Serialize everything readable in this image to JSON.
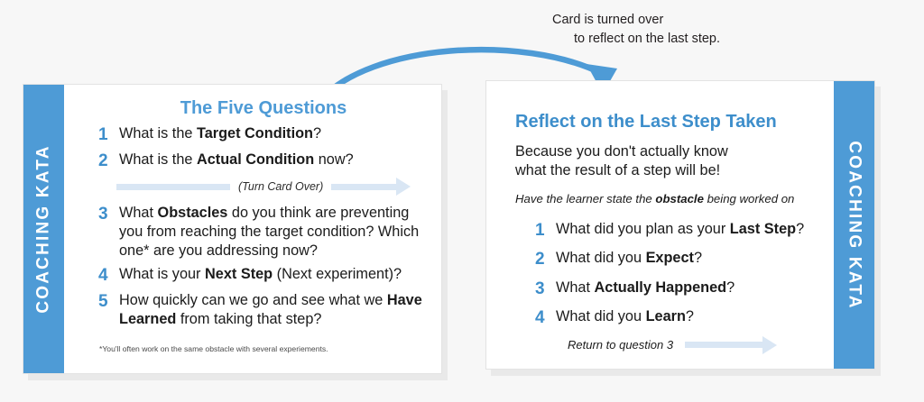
{
  "colors": {
    "brand_blue": "#4e9bd6",
    "number_blue": "#3d8ecb",
    "arrow_light_blue": "#d9e6f4",
    "card_white": "#ffffff",
    "background": "#f7f7f7"
  },
  "caption": {
    "line1": "Card is turned over",
    "line2": "to reflect on the last step."
  },
  "left_card": {
    "spine_label": "COACHING KATA",
    "title": "The Five Questions",
    "questions": [
      {
        "num": "1",
        "parts": [
          {
            "t": "What is the ",
            "b": false
          },
          {
            "t": "Target Condition",
            "b": true
          },
          {
            "t": "?",
            "b": false
          }
        ]
      },
      {
        "num": "2",
        "parts": [
          {
            "t": "What is the ",
            "b": false
          },
          {
            "t": "Actual Condition",
            "b": true
          },
          {
            "t": " now?",
            "b": false
          }
        ]
      },
      {
        "num": "3",
        "parts": [
          {
            "t": "What ",
            "b": false
          },
          {
            "t": "Obstacles",
            "b": true
          },
          {
            "t": " do you think are preventing you from reaching the target condition? Which one* are you addressing now?",
            "b": false
          }
        ]
      },
      {
        "num": "4",
        "parts": [
          {
            "t": "What is your ",
            "b": false
          },
          {
            "t": "Next Step",
            "b": true
          },
          {
            "t": " (Next experiment)?",
            "b": false
          }
        ]
      },
      {
        "num": "5",
        "parts": [
          {
            "t": "How quickly can we go and see what we ",
            "b": false
          },
          {
            "t": "Have Learned",
            "b": true
          },
          {
            "t": " from taking that step?",
            "b": false
          }
        ]
      }
    ],
    "turn_card_label": "(Turn Card Over)",
    "footnote": "*You'll often work on the same obstacle with several experiements."
  },
  "right_card": {
    "spine_label": "COACHING KATA",
    "title": "Reflect on the Last Step Taken",
    "lead_line1": "Because you don't actually know",
    "lead_line2": "what the result of a step will be!",
    "subnote_parts": [
      {
        "t": "Have the learner state the ",
        "b": false
      },
      {
        "t": "obstacle",
        "b": true
      },
      {
        "t": " being worked on",
        "b": false
      }
    ],
    "questions": [
      {
        "num": "1",
        "parts": [
          {
            "t": "What did you plan as your ",
            "b": false
          },
          {
            "t": "Last Step",
            "b": true
          },
          {
            "t": "?",
            "b": false
          }
        ]
      },
      {
        "num": "2",
        "parts": [
          {
            "t": "What did you ",
            "b": false
          },
          {
            "t": "Expect",
            "b": true
          },
          {
            "t": "?",
            "b": false
          }
        ]
      },
      {
        "num": "3",
        "parts": [
          {
            "t": "What ",
            "b": false
          },
          {
            "t": "Actually Happened",
            "b": true
          },
          {
            "t": "?",
            "b": false
          }
        ]
      },
      {
        "num": "4",
        "parts": [
          {
            "t": "What did you ",
            "b": false
          },
          {
            "t": "Learn",
            "b": true
          },
          {
            "t": "?",
            "b": false
          }
        ]
      }
    ],
    "return_label": "Return to question 3"
  }
}
